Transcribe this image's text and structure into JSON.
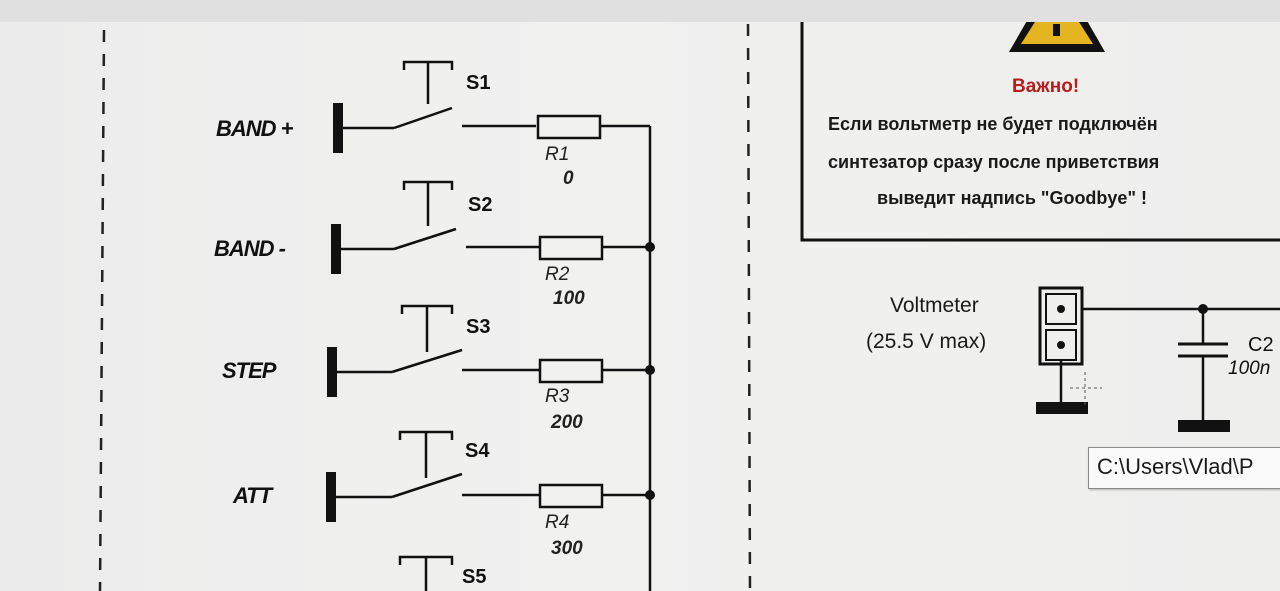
{
  "buttons": [
    {
      "label": "BAND +",
      "switch": "S1",
      "resistor": "R1",
      "value": "0"
    },
    {
      "label": "BAND -",
      "switch": "S2",
      "resistor": "R2",
      "value": "100"
    },
    {
      "label": "STEP",
      "switch": "S3",
      "resistor": "R3",
      "value": "200"
    },
    {
      "label": "ATT",
      "switch": "S4",
      "resistor": "R4",
      "value": "300"
    }
  ],
  "partial_switch": "S5",
  "warning": {
    "title": "Важно!",
    "line1": "Если вольтметр  не будет  подключён",
    "line2": "синтезатор сразу после приветствия",
    "line3": "выведит надпись  \"Goodbye\"  !"
  },
  "voltmeter": {
    "label": "Voltmeter",
    "sublabel": "(25.5 V max)"
  },
  "capacitor": {
    "name": "C2",
    "value": "100n"
  },
  "tooltip": {
    "text": "C:\\Users\\Vlad\\P"
  },
  "colors": {
    "warning_title": "#b81d1d",
    "warning_icon": "#e5b521"
  }
}
